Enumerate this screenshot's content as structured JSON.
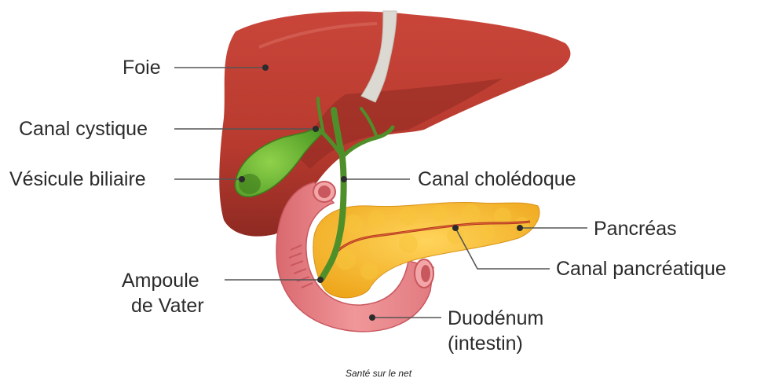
{
  "labels": {
    "foie": "Foie",
    "canal_cystique": "Canal cystique",
    "vesicule_biliaire": "Vésicule biliaire",
    "ampoule_line1": "Ampoule",
    "ampoule_line2": "de Vater",
    "canal_choledoque": "Canal cholédoque",
    "pancreas": "Pancréas",
    "canal_pancreatique": "Canal pancréatique",
    "duodenum_line1": "Duodénum",
    "duodenum_line2": "(intestin)"
  },
  "credit": "Santé sur le net",
  "colors": {
    "liver": "#b83a2e",
    "liver_shadow": "#8e2a22",
    "ligament": "#d9d5cf",
    "gallbladder": "#5fae2f",
    "bile_duct": "#4f8f2a",
    "pancreas": "#f2b21d",
    "pancreatic_duct": "#b2371f",
    "duodenum": "#e9878a",
    "leader_line": "#555555",
    "text": "#2b2b2b"
  }
}
